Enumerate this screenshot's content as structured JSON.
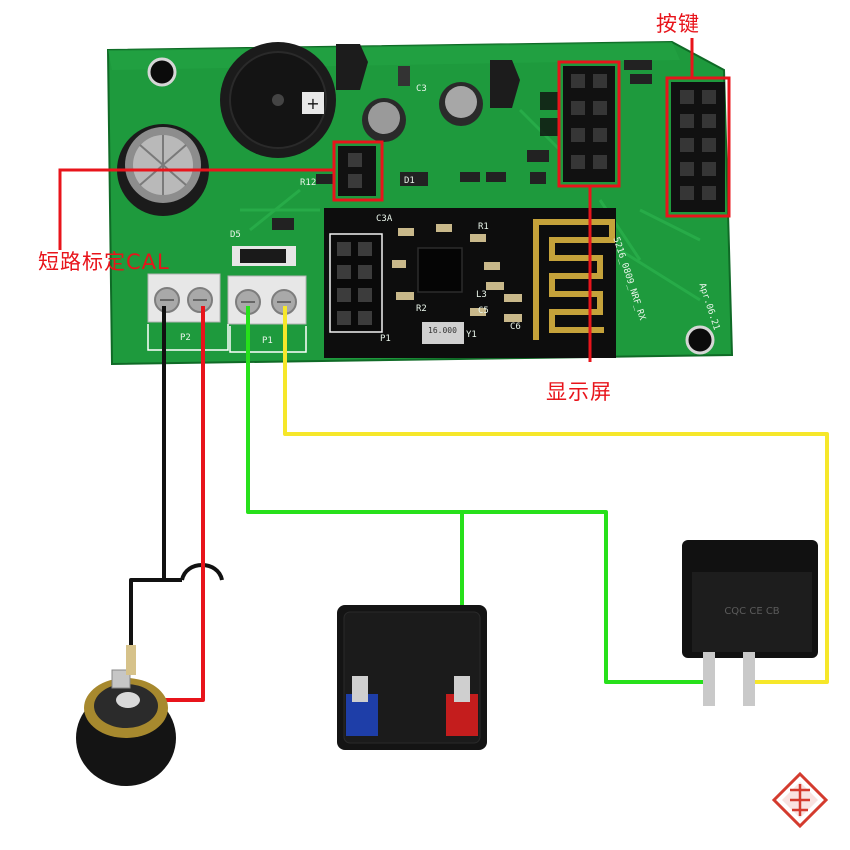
{
  "colors": {
    "pcb": "#1e9a3d",
    "pcb_dark": "#137a2e",
    "annotation": "#e8141b",
    "wire_black": "#111111",
    "wire_red": "#e8141b",
    "wire_green": "#27e01b",
    "wire_yellow": "#f6e72a",
    "module": "#111111"
  },
  "labels": {
    "short_cal": "短路标定CAL",
    "display": "显示屏",
    "keys": "按键"
  },
  "silkscreen": {
    "board_id": "5216_0809_NRF_RX",
    "date": "Apr.06.21",
    "terminal_p2": "P2",
    "terminal_p1": "P1",
    "crystal": "16.000",
    "module_header": "P1",
    "designators": [
      "C3",
      "D1",
      "D5",
      "R1",
      "R2",
      "C5",
      "C6",
      "L3",
      "Y1",
      "R12",
      "C3A"
    ]
  },
  "parts": {
    "switch_marks": "CQC CE CB"
  }
}
